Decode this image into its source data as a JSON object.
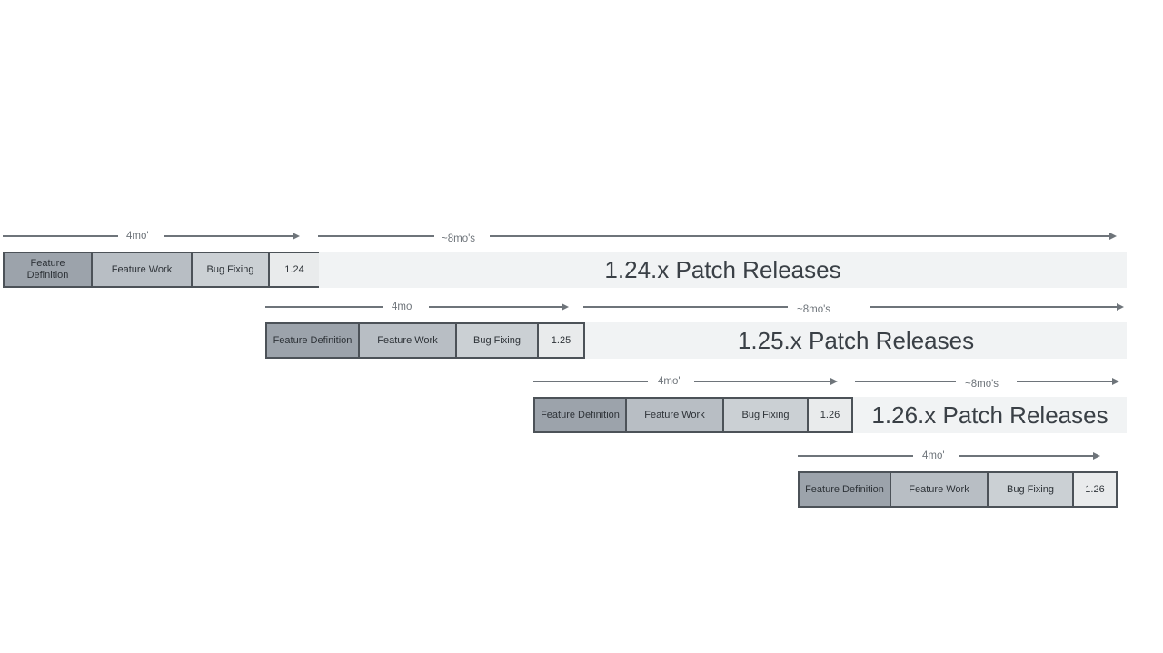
{
  "rows": [
    {
      "version": "1.24",
      "dev_arrow_label": "4mo'",
      "phases": [
        "Feature Definition",
        "Feature Work",
        "Bug Fixing"
      ],
      "patch_arrow_label": "~8mo's",
      "patch_bar_label": "1.24.x Patch Releases"
    },
    {
      "version": "1.25",
      "dev_arrow_label": "4mo'",
      "phases": [
        "Feature Definition",
        "Feature Work",
        "Bug Fixing"
      ],
      "patch_arrow_label": "~8mo's",
      "patch_bar_label": "1.25.x Patch Releases"
    },
    {
      "version": "1.26",
      "dev_arrow_label": "4mo'",
      "phases": [
        "Feature Definition",
        "Feature Work",
        "Bug Fixing"
      ],
      "patch_arrow_label": "~8mo's",
      "patch_bar_label": "1.26.x Patch Releases"
    },
    {
      "version": "1.26",
      "dev_arrow_label": "4mo'",
      "phases": [
        "Feature Definition",
        "Feature Work",
        "Bug Fixing"
      ]
    }
  ],
  "icons": {
    "arrowhead": "arrow-right"
  },
  "colors": {
    "feature_definition_fill": "#9ca3ab",
    "feature_work_fill": "#b8bec4",
    "bug_fixing_fill": "#cbd0d4",
    "version_box_fill": "#e9ebec",
    "patch_bar_fill": "#f1f3f4",
    "box_border": "#4c5258",
    "arrow": "#6e747a",
    "text_dark": "#2e3338",
    "patch_text": "#3a4046"
  }
}
